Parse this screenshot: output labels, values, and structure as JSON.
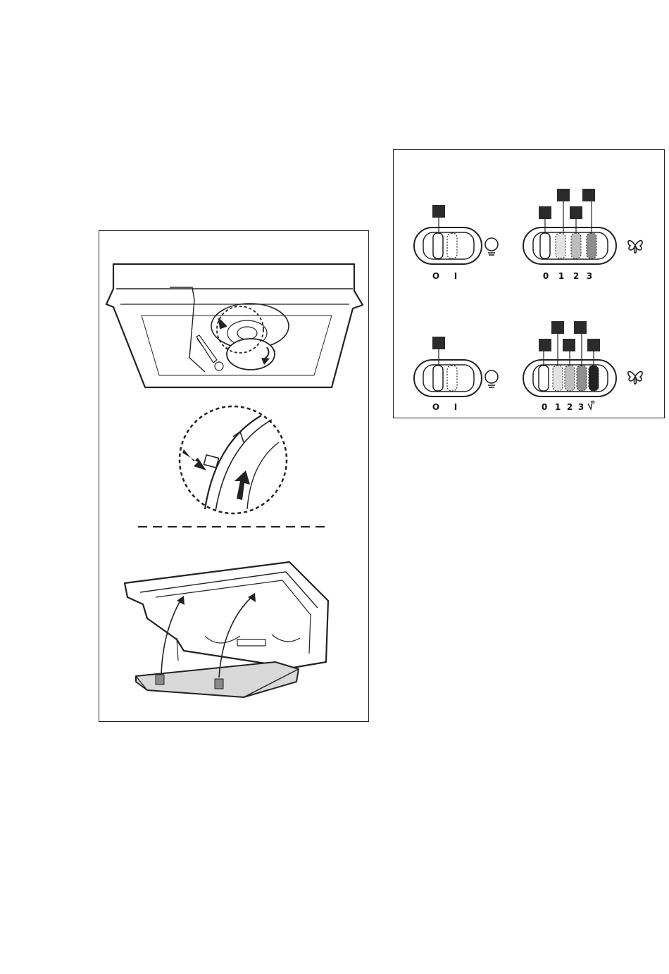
{
  "switch_labels": {
    "light_off": "O",
    "light_on": "I"
  },
  "fan_top": {
    "positions": [
      "0",
      "1",
      "2",
      "3"
    ]
  },
  "fan_bottom": {
    "positions": [
      "0",
      "1",
      "2",
      "3"
    ]
  },
  "icons": {
    "light": "lightbulb-icon",
    "fan": "fan-icon",
    "boost": "boost-fan-icon"
  },
  "colors": {
    "line": "#222222",
    "callout_fill": "#2b2b2b",
    "glass": "#d9d9d9"
  }
}
